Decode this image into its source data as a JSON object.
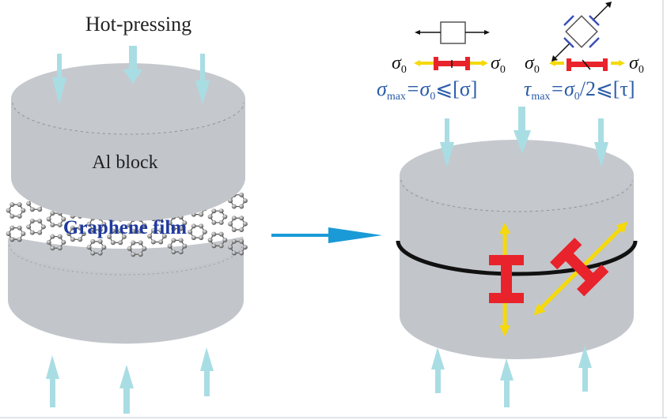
{
  "title": "Hot-pressing",
  "left_panel": {
    "block_label": "Al block",
    "film_label": "Graphene film"
  },
  "right_panel": {
    "normal_stress": {
      "left_symbol": "σ",
      "left_sub": "0",
      "right_symbol": "σ",
      "right_sub": "0",
      "formula_main": "σ",
      "formula_sub": "max",
      "formula_rest": "=σ",
      "formula_rest_sub": "0",
      "formula_tail": "⩽[σ]"
    },
    "shear_stress": {
      "left_symbol": "σ",
      "left_sub": "0",
      "right_symbol": "σ",
      "right_sub": "0",
      "formula_main": "τ",
      "formula_sub": "max",
      "formula_rest": "=σ",
      "formula_rest_sub": "0",
      "formula_tail": "/2⩽[τ]"
    }
  },
  "colors": {
    "cylinder": "#c2c6cb",
    "cylinder_top": "#c5c9ce",
    "press_arrow": "#a9dde4",
    "process_arrow": "#1a9ad6",
    "formula_text": "#2a5caa",
    "film_text": "#1f3a9e",
    "specimen": "#e8232b",
    "stress_arrow": "#f5d90a",
    "bond_line": "#111111",
    "shear_arrows": "#3a4fb5"
  }
}
